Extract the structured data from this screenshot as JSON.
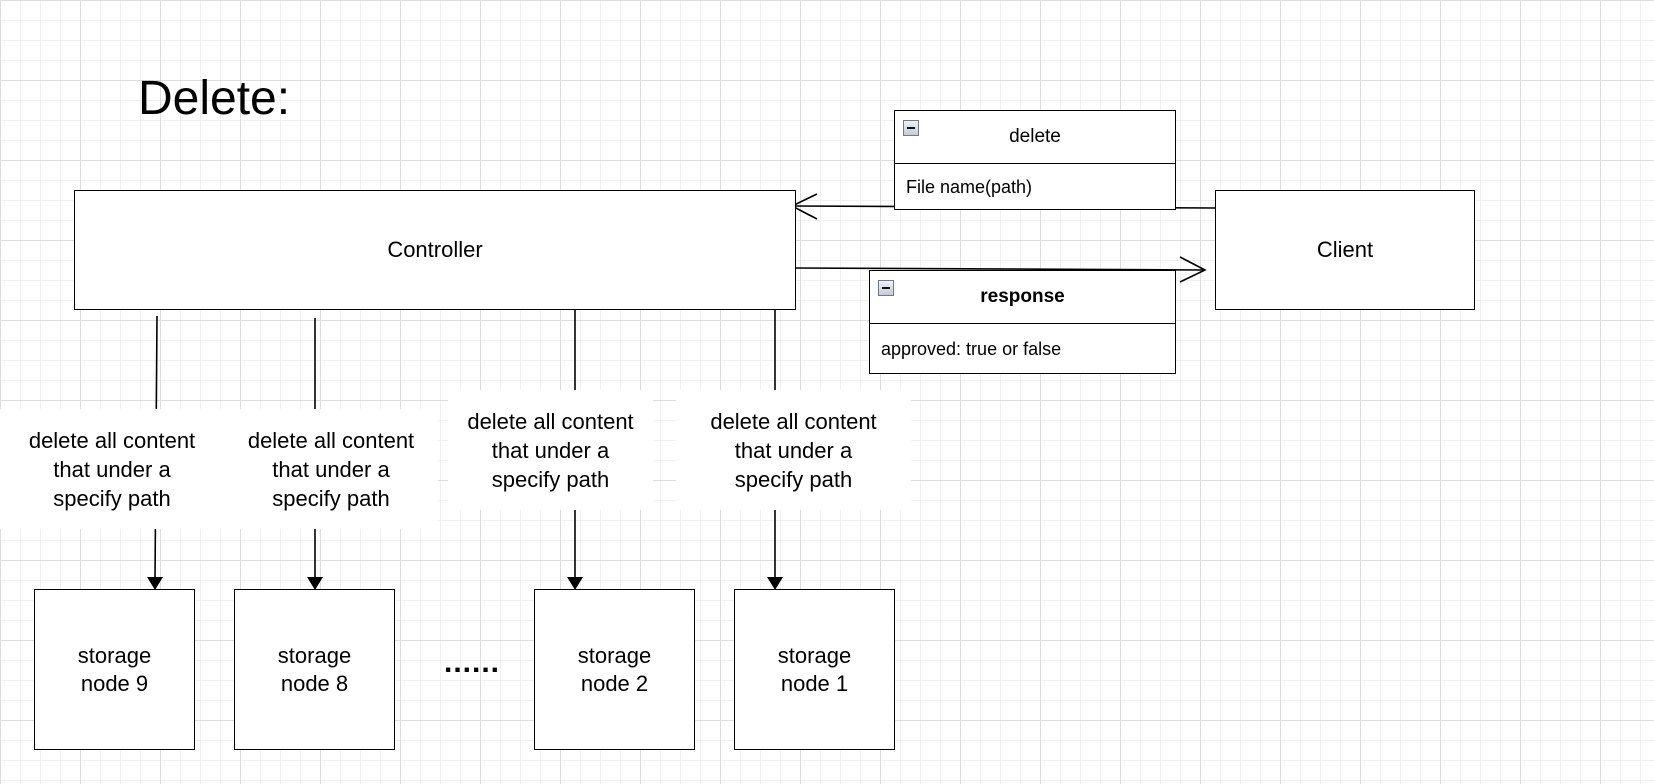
{
  "title": "Delete:",
  "controller": {
    "label": "Controller"
  },
  "client": {
    "label": "Client"
  },
  "request": {
    "title": "delete",
    "field": "File name(path)"
  },
  "response": {
    "title": "response",
    "field": "approved: true or false"
  },
  "edge_labels": [
    "delete all content\nthat under a\nspecify path",
    "delete all content\nthat under a\nspecify path",
    "delete all content\nthat under a\nspecify path",
    "delete all content\nthat under a\nspecify path"
  ],
  "storage_nodes": [
    {
      "label": "storage\nnode 9"
    },
    {
      "label": "storage\nnode 8"
    },
    {
      "label": "storage\nnode 2"
    },
    {
      "label": "storage\nnode 1"
    }
  ],
  "ellipsis": "......"
}
